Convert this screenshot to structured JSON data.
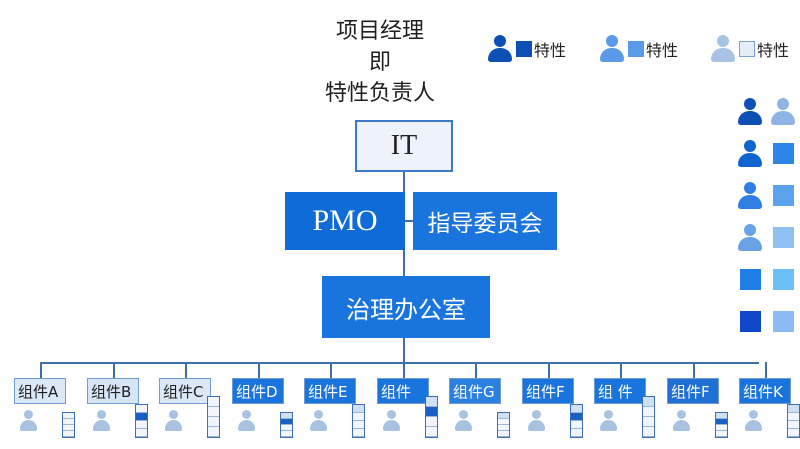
{
  "title": {
    "line1": "项目经理",
    "line2": "即",
    "line3": "特性负责人"
  },
  "nodes": {
    "it": "IT",
    "pmo": "PMO",
    "steering": "指导委员会",
    "governance": "治理办公室"
  },
  "legend": [
    {
      "label": "特性",
      "color": "#0c4fb5"
    },
    {
      "label": "特性",
      "color": "#5a9ae8"
    },
    {
      "label": "特性",
      "color": "#e4eef9"
    }
  ],
  "components": [
    {
      "label": "组件A",
      "color": "#dbe8f7",
      "text_color": "#1f1f1f"
    },
    {
      "label": "组件B",
      "color": "#d6e5f7",
      "text_color": "#1f1f1f"
    },
    {
      "label": "组件C",
      "color": "#dbe8f7",
      "text_color": "#1f1f1f"
    },
    {
      "label": "组件D",
      "color": "#1a74dd",
      "text_color": "#ffffff"
    },
    {
      "label": "组件E",
      "color": "#1a74dd",
      "text_color": "#ffffff"
    },
    {
      "label": "组件",
      "color": "#1a74dd",
      "text_color": "#ffffff"
    },
    {
      "label": "组件G",
      "color": "#2a7fe0",
      "text_color": "#ffffff"
    },
    {
      "label": "组件F",
      "color": "#1a74dd",
      "text_color": "#ffffff"
    },
    {
      "label": "组 件",
      "color": "#1a74dd",
      "text_color": "#ffffff"
    },
    {
      "label": "组件F",
      "color": "#1f6fd4",
      "text_color": "#ffffff"
    },
    {
      "label": "组件K",
      "color": "#1a74dd",
      "text_color": "#ffffff"
    }
  ],
  "side_palette": [
    {
      "person": true,
      "color": "#0c4fb5"
    },
    {
      "person": true,
      "color": "#8fb3e3"
    },
    {
      "person": true,
      "color": "#0f64cf"
    },
    {
      "person": false,
      "color": "#2e86ea"
    },
    {
      "person": true,
      "color": "#2e7ee4"
    },
    {
      "person": false,
      "color": "#5da2ee"
    },
    {
      "person": true,
      "color": "#6aa2e6"
    },
    {
      "person": false,
      "color": "#8ec0f2"
    },
    {
      "person": false,
      "color": "#1e7fe6"
    },
    {
      "person": false,
      "color": "#6cc0f6"
    },
    {
      "person": false,
      "color": "#0c48c8"
    },
    {
      "person": false,
      "color": "#8cbaf4"
    }
  ]
}
